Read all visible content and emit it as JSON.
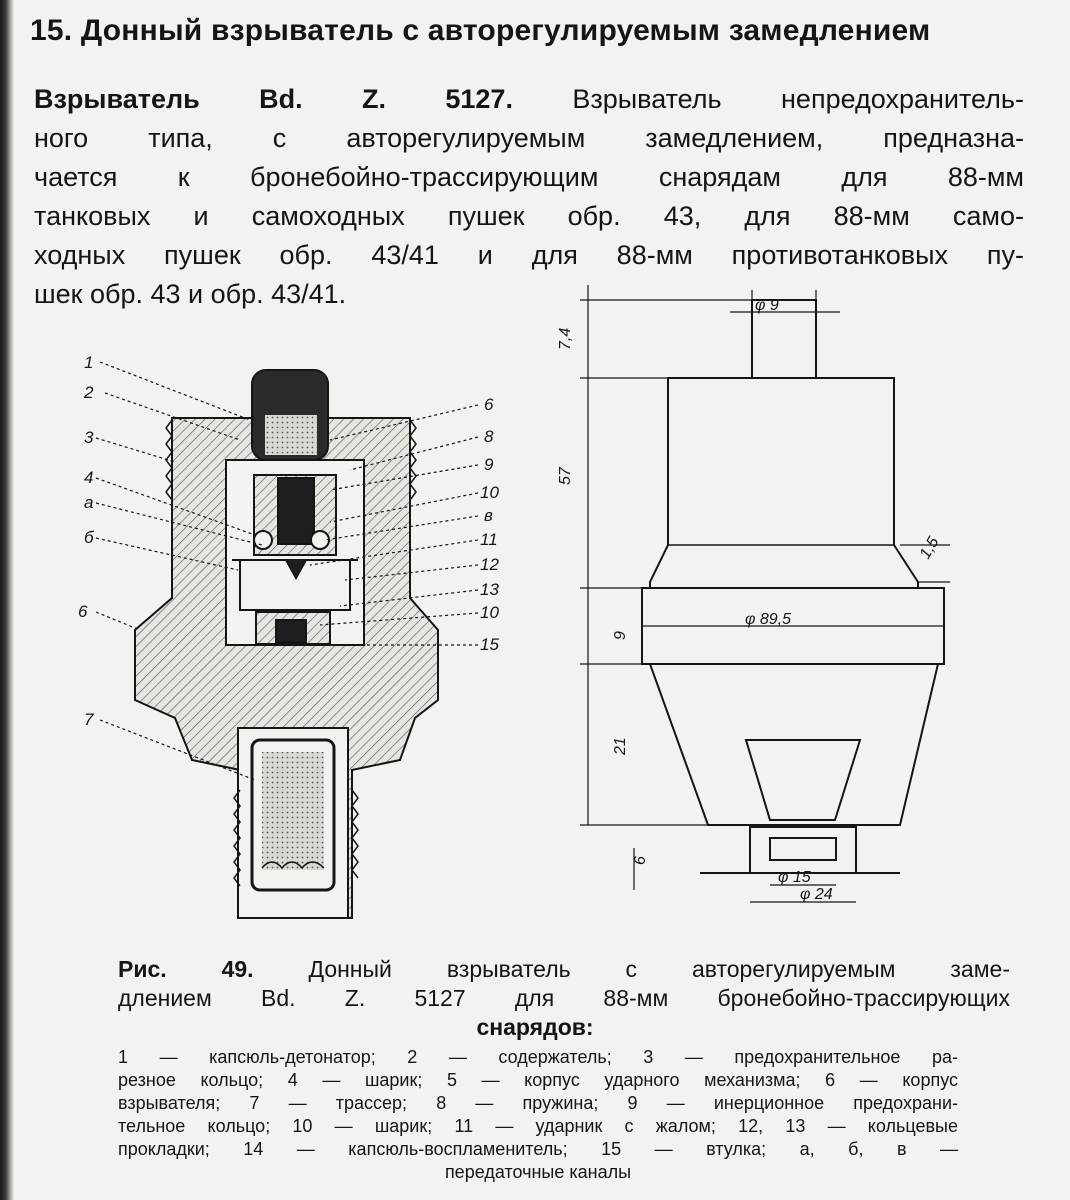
{
  "heading": "15. Донный взрыватель с авторегулируемым замедлением",
  "intro": {
    "lead": "Взрыватель Bd. Z. 5127.",
    "lines": [
      " Взрыватель непредохранитель-",
      "ного типа, с авторегулируемым замедлением, предназна-",
      "чается к бронебойно-трассирующим снарядам для 88-мм",
      "танковых и самоходных пушек обр. 43, для 88-мм само-",
      "ходных пушек обр. 43/41 и для 88-мм противотанковых пу-",
      "шек обр. 43 и обр. 43/41."
    ]
  },
  "section_view": {
    "callouts_left": [
      "1",
      "2",
      "3",
      "4",
      "а",
      "б",
      "6",
      "7"
    ],
    "callouts_right": [
      "6",
      "8",
      "9",
      "10",
      "в",
      "11",
      "12",
      "13",
      "10",
      "15"
    ]
  },
  "outline_view": {
    "dims": {
      "top_dia": "φ 9",
      "top_height": "7,4",
      "body_height": "57",
      "chamfer": "1,5",
      "flange_height": "9",
      "flange_dia": "φ 89,5",
      "cone_height": "21",
      "base_height": "6",
      "base_inner_dia": "φ 15",
      "base_outer_dia": "φ 24"
    }
  },
  "caption": {
    "prefix": "Рис. 49.",
    "line1": " Донный взрыватель с авторегулируемым заме-",
    "line2": "длением Bd. Z. 5127 для 88-мм бронебойно-трассирующих",
    "line3": "снарядов:"
  },
  "legend": {
    "lines": [
      "1 — капсюль-детонатор; 2 — содержатель; 3 — предохранительное ра-",
      "резное кольцо; 4 — шарик; 5 — корпус ударного механизма; 6 — корпус",
      "взрывателя; 7 — трассер; 8 — пружина; 9 — инерционное предохрани-",
      "тельное кольцо; 10 — шарик; 11 — ударник с жалом; 12, 13 — кольцевые",
      "прокладки; 14 — капсюль-воспламенитель; 15 — втулка; а, б, в —",
      "передаточные каналы"
    ]
  },
  "colors": {
    "ink": "#151515",
    "paper": "#f3f2ee",
    "hatch": "#5a5a5a"
  }
}
